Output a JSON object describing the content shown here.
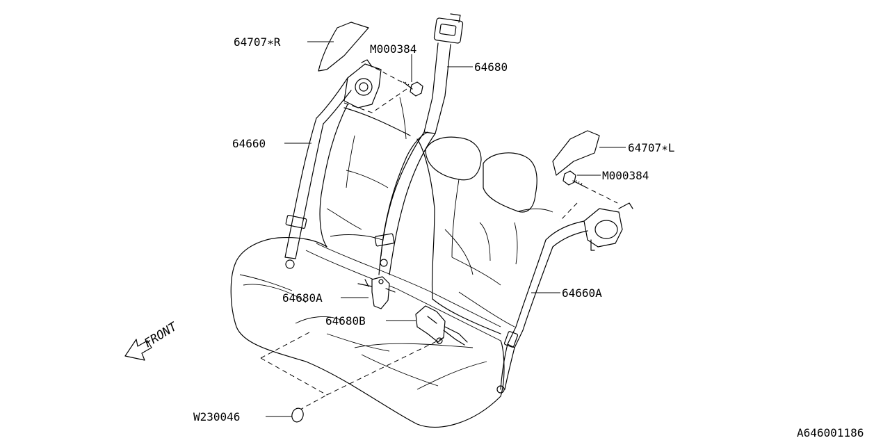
{
  "diagram_id": "A646001186",
  "front_label": "FRONT",
  "callouts": {
    "trim_cover_r": "64707∗R",
    "bolt_r": "M000384",
    "center_belt": "64680",
    "outer_belt_r": "64660",
    "trim_cover_l": "64707∗L",
    "bolt_l": "M000384",
    "buckle_a": "64680A",
    "buckle_b": "64680B",
    "outer_belt_l": "64660A",
    "clip": "W230046"
  },
  "icons": {
    "front_arrow": "front-direction-arrow-icon"
  }
}
